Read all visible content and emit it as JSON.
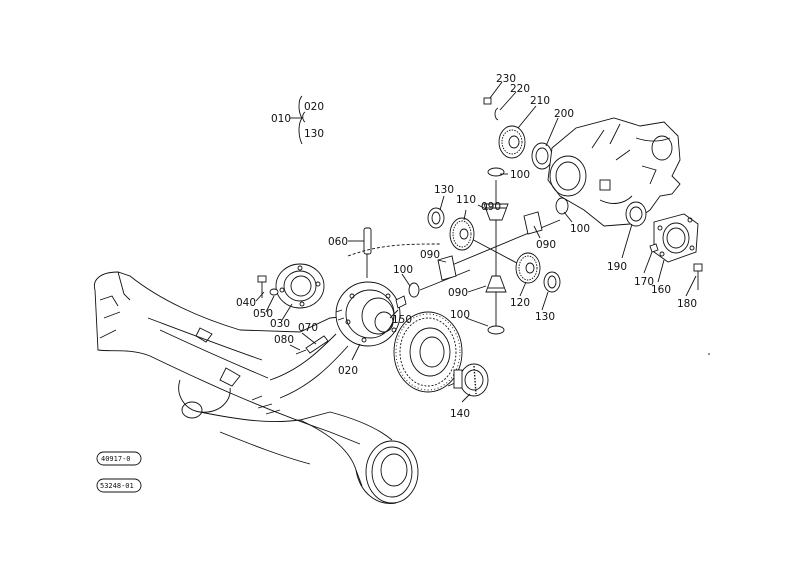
{
  "diagram": {
    "ref_tags": [
      "40917-0",
      "53248-01"
    ],
    "labels": {
      "p010": "010",
      "p020a": "020",
      "p130a": "130",
      "p020b": "020",
      "p030": "030",
      "p040": "040",
      "p050": "050",
      "p060": "060",
      "p070": "070",
      "p080": "080",
      "p090a": "090",
      "p090b": "090",
      "p090c": "090",
      "p090d": "090",
      "p100a": "100",
      "p100b": "100",
      "p100c": "100",
      "p100d": "100",
      "p110": "110",
      "p120": "120",
      "p130b": "130",
      "p130c": "130",
      "p140": "140",
      "p150": "150",
      "p160": "160",
      "p170": "170",
      "p180": "180",
      "p190": "190",
      "p200": "200",
      "p210": "210",
      "p220": "220",
      "p230": "230"
    }
  }
}
